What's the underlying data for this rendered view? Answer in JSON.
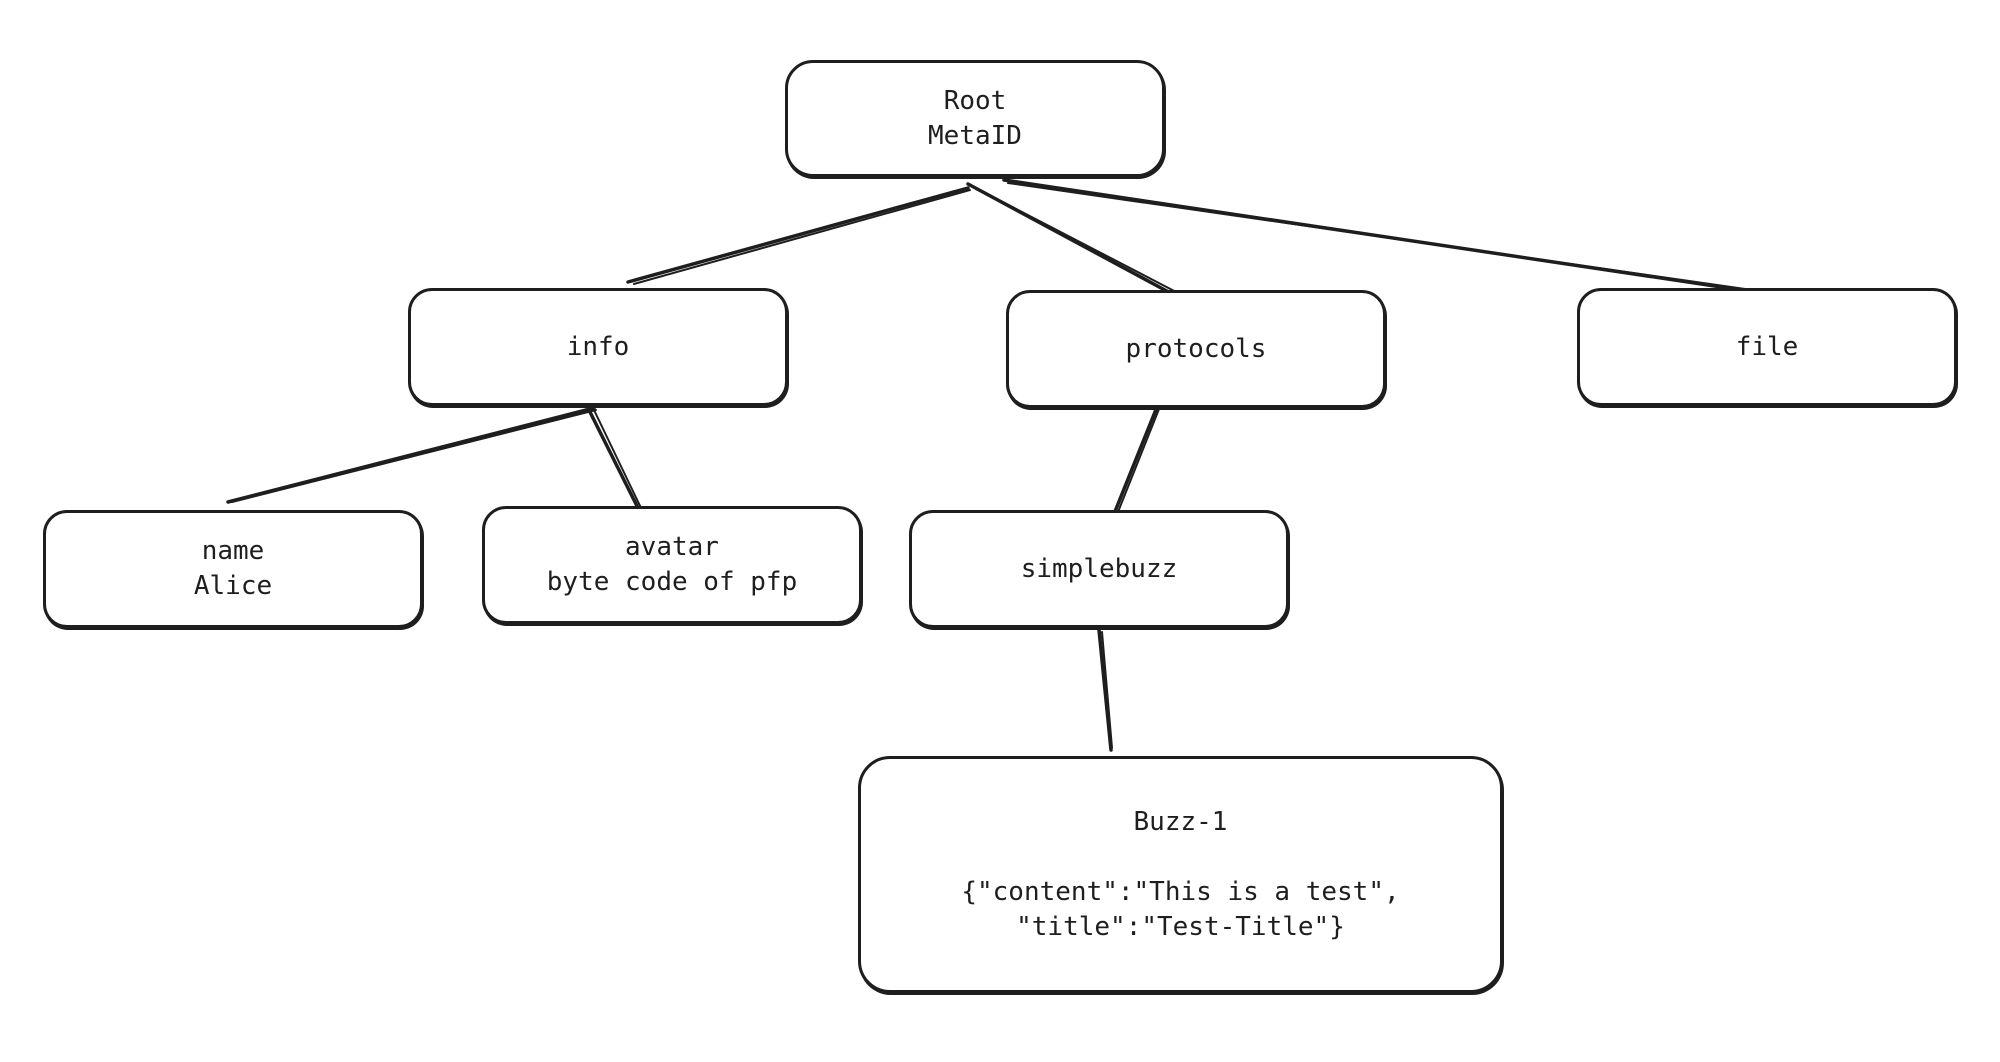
{
  "diagram": {
    "stroke_color": "#1e1e1e",
    "background_color": "#ffffff",
    "nodes": {
      "root": {
        "lines": [
          "Root",
          "MetaID"
        ]
      },
      "info": {
        "lines": [
          "info"
        ]
      },
      "protocols": {
        "lines": [
          "protocols"
        ]
      },
      "file": {
        "lines": [
          "file"
        ]
      },
      "name": {
        "lines": [
          "name",
          "Alice"
        ]
      },
      "avatar": {
        "lines": [
          "avatar",
          "byte code of pfp"
        ]
      },
      "simplebuzz": {
        "lines": [
          "simplebuzz"
        ]
      },
      "buzz1": {
        "title": "Buzz-1",
        "lines": [
          "{\"content\":\"This is a test\",",
          "\"title\":\"Test-Title\"}"
        ]
      }
    },
    "edges": [
      {
        "from": "root",
        "to": "info"
      },
      {
        "from": "root",
        "to": "protocols"
      },
      {
        "from": "root",
        "to": "file"
      },
      {
        "from": "info",
        "to": "name"
      },
      {
        "from": "info",
        "to": "avatar"
      },
      {
        "from": "protocols",
        "to": "simplebuzz"
      },
      {
        "from": "simplebuzz",
        "to": "buzz1"
      }
    ]
  }
}
